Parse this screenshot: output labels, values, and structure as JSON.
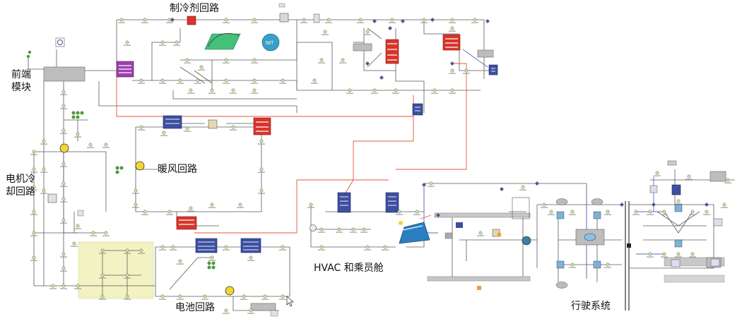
{
  "labels": {
    "refrigerant_loop": "制冷剂回路",
    "front_module": "前端\n模块",
    "motor_cooling_loop": "电机冷\n却回路",
    "heating_loop": "暖风回路",
    "hvac_cabin": "HVAC 和乘员舱",
    "battery_loop": "电池回路",
    "driving_system": "行驶系统"
  },
  "colors": {
    "line": "#5a5a5a",
    "air_path": "#e4553e",
    "signal": "#5b6cc0",
    "node": "#cfe0a6",
    "radiator_red": "#d9342b",
    "exchanger_blue": "#3d4f9f",
    "heater_purple": "#9c3fb0",
    "highlight": "#f3f2c3"
  },
  "icons": [
    "pump-icon",
    "fan-icon",
    "valve-icon",
    "heat-exchanger-icon",
    "radiator-icon",
    "cabin-icon",
    "battery-icon",
    "vehicle-icon"
  ]
}
